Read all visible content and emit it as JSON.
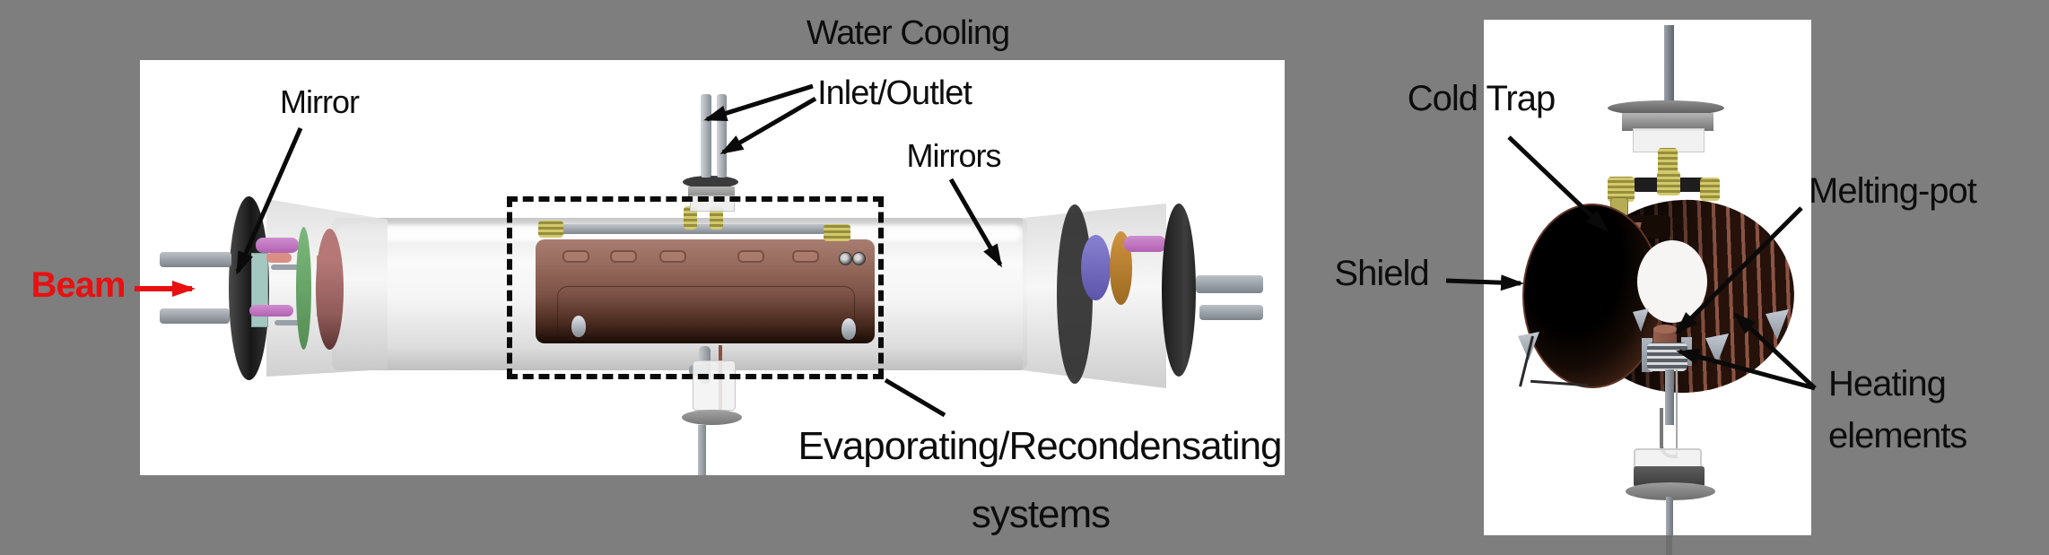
{
  "figure": {
    "description": "Annotated 3D CAD figure: beam tube with evaporating/recondensating system (left) and shield with melting-pot (right)",
    "left_panel_labels": {
      "beam": "Beam",
      "mirror": "Mirror",
      "water_cooling": "Water Cooling",
      "inlet_outlet": "Inlet/Outlet",
      "mirrors": "Mirrors",
      "evaporating": "Evaporating/Recondensating",
      "systems": "systems"
    },
    "right_panel_labels": {
      "cold_trap": "Cold Trap",
      "shield": "Shield",
      "melting_pot": "Melting-pot",
      "heating_line1": "Heating",
      "heating_line2": "elements"
    }
  },
  "colors": {
    "background": "#7e7e7e",
    "panel": "#ffffff",
    "label": "#0d0d0d",
    "beam-red": "#e81010",
    "copper": "#9a6f62",
    "copper-dark": "#21110a",
    "fitting-yellow": "#c6bd5e",
    "steel": "#99a0a8"
  }
}
